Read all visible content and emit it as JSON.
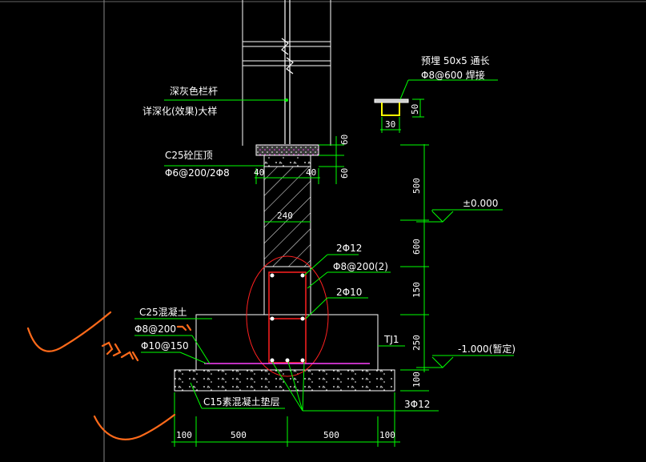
{
  "drawing": {
    "labels": {
      "railing_color": "深灰色栏杆",
      "railing_detail": "详深化(效果)大样",
      "embed_plate": "预埋 50x5  通长",
      "embed_rebar": "Φ8@600   焊接",
      "cap_concrete": "C25砼压顶",
      "cap_rebar": "Φ6@200/2Φ8",
      "top_bars": "2Φ12",
      "stirrup": "Φ8@200(2)",
      "middle_bars": "2Φ10",
      "footing_concrete": "C25混凝土",
      "footing_rebar_1": "Φ8@200",
      "footing_rebar_2": "Φ10@150",
      "footing_tag": "TJ1",
      "cushion": "C15素混凝土垫层",
      "bottom_bars": "3Φ12"
    },
    "levels": {
      "ground": "±0.000",
      "base": "-1.000(暂定)"
    },
    "dimensions": {
      "plate_width": "30",
      "plate_height": "50",
      "cap_top": "60",
      "cap_bottom": "60",
      "cap_side_left": "40",
      "cap_side_right": "40",
      "wall_width": "240",
      "v_500": "500",
      "v_600": "600",
      "v_150": "150",
      "v_250": "250",
      "v_100": "100",
      "h_100_left": "100",
      "h_500_left": "500",
      "h_500_right": "500",
      "h_100_right": "100"
    },
    "colors": {
      "background": "#000000",
      "outline": "#ffffff",
      "dimension": "#00ff00",
      "leader": "#00ff00",
      "rebar": "#ff2020",
      "footing_rebar": "#ff40ff",
      "annotation": "#ff6a1a",
      "grid": "#888888"
    }
  }
}
